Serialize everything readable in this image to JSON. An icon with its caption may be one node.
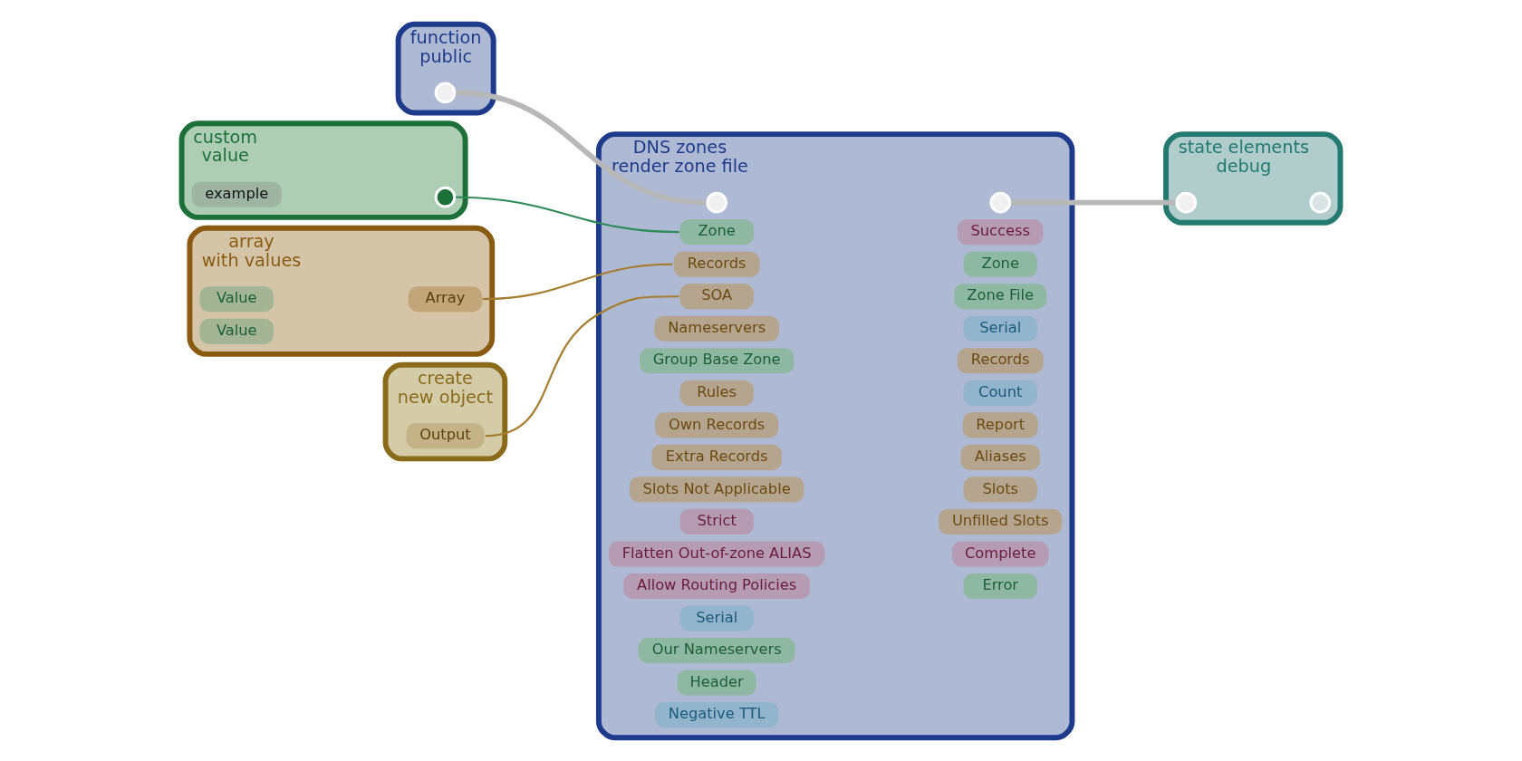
{
  "diagram": {
    "nodes": [
      {
        "text": [
          "function",
          "public"
        ]
      },
      {
        "text": [],
        "shape": "circle",
        "in": 0
      },
      {
        "text": [
          "custom",
          "value"
        ]
      },
      {
        "text": [
          "example"
        ],
        "in": 2
      },
      {
        "text": [],
        "shape": "circle",
        "in": 2
      },
      {
        "text": [
          "DNS zones",
          "render zone file"
        ]
      },
      {
        "text": [],
        "shape": "circle",
        "in": 5
      },
      {
        "text": [],
        "shape": "circle",
        "in": 5
      },
      {
        "text": [
          "Zone"
        ],
        "in": 5
      },
      {
        "text": [
          "Records"
        ],
        "in": 5
      },
      {
        "text": [
          "SOA"
        ],
        "in": 5
      },
      {
        "text": [
          "Nameservers"
        ],
        "in": 5
      },
      {
        "text": [
          "Group Base Zone"
        ],
        "in": 5
      },
      {
        "text": [
          "Rules"
        ],
        "in": 5
      },
      {
        "text": [
          "Own Records"
        ],
        "in": 5
      },
      {
        "text": [
          "Extra Records"
        ],
        "in": 5
      },
      {
        "text": [
          "Slots Not Applicable"
        ],
        "in": 5
      },
      {
        "text": [
          "Strict"
        ],
        "in": 5
      },
      {
        "text": [
          "Flatten Out-of-zone ALIAS"
        ],
        "in": 5
      },
      {
        "text": [
          "Allow Routing Policies"
        ],
        "in": 5
      },
      {
        "text": [
          "Serial"
        ],
        "in": 5
      },
      {
        "text": [
          "Our Nameservers"
        ],
        "in": 5
      },
      {
        "text": [
          "Header"
        ],
        "in": 5
      },
      {
        "text": [
          "Negative TTL"
        ],
        "in": 5
      },
      {
        "text": [
          "Success"
        ],
        "in": 5
      },
      {
        "text": [
          "Zone"
        ],
        "in": 5
      },
      {
        "text": [
          "Zone File"
        ],
        "in": 5
      },
      {
        "text": [
          "Serial"
        ],
        "in": 5
      },
      {
        "text": [
          "Records"
        ],
        "in": 5
      },
      {
        "text": [
          "Count"
        ],
        "in": 5
      },
      {
        "text": [
          "Report"
        ],
        "in": 5
      },
      {
        "text": [
          "Aliases"
        ],
        "in": 5
      },
      {
        "text": [
          "Slots"
        ],
        "in": 5
      },
      {
        "text": [
          "Unfilled Slots"
        ],
        "in": 5
      },
      {
        "text": [
          "Complete"
        ],
        "in": 5
      },
      {
        "text": [
          "Error"
        ],
        "in": 5
      },
      {
        "text": [
          "state elements",
          "debug"
        ]
      },
      {
        "text": [],
        "shape": "circle",
        "in": 36
      },
      {
        "text": [],
        "shape": "circle",
        "in": 36
      },
      {
        "text": [
          "array",
          "with values"
        ]
      },
      {
        "text": [
          "Value"
        ],
        "in": 39
      },
      {
        "text": [
          "Value"
        ],
        "in": 39
      },
      {
        "text": [
          "Array"
        ],
        "in": 39
      },
      {
        "text": [
          "create",
          "new object"
        ]
      },
      {
        "text": [
          "Output"
        ],
        "in": 43
      }
    ],
    "edges": [
      {
        "from": 1,
        "to": 6,
        "arrow": "none",
        "style": "thick",
        "color": "#b8b8b8"
      },
      {
        "from": 4,
        "to": 8,
        "arrow": "none",
        "color": "#2e8b57"
      },
      {
        "from": 42,
        "to": 9,
        "arrow": "none",
        "color": "#a67c2e"
      },
      {
        "from": 44,
        "to": 10,
        "arrow": "none",
        "color": "#a67c2e"
      },
      {
        "from": 7,
        "to": 37,
        "arrow": "none",
        "style": "thick",
        "color": "#b8b8b8"
      }
    ]
  }
}
